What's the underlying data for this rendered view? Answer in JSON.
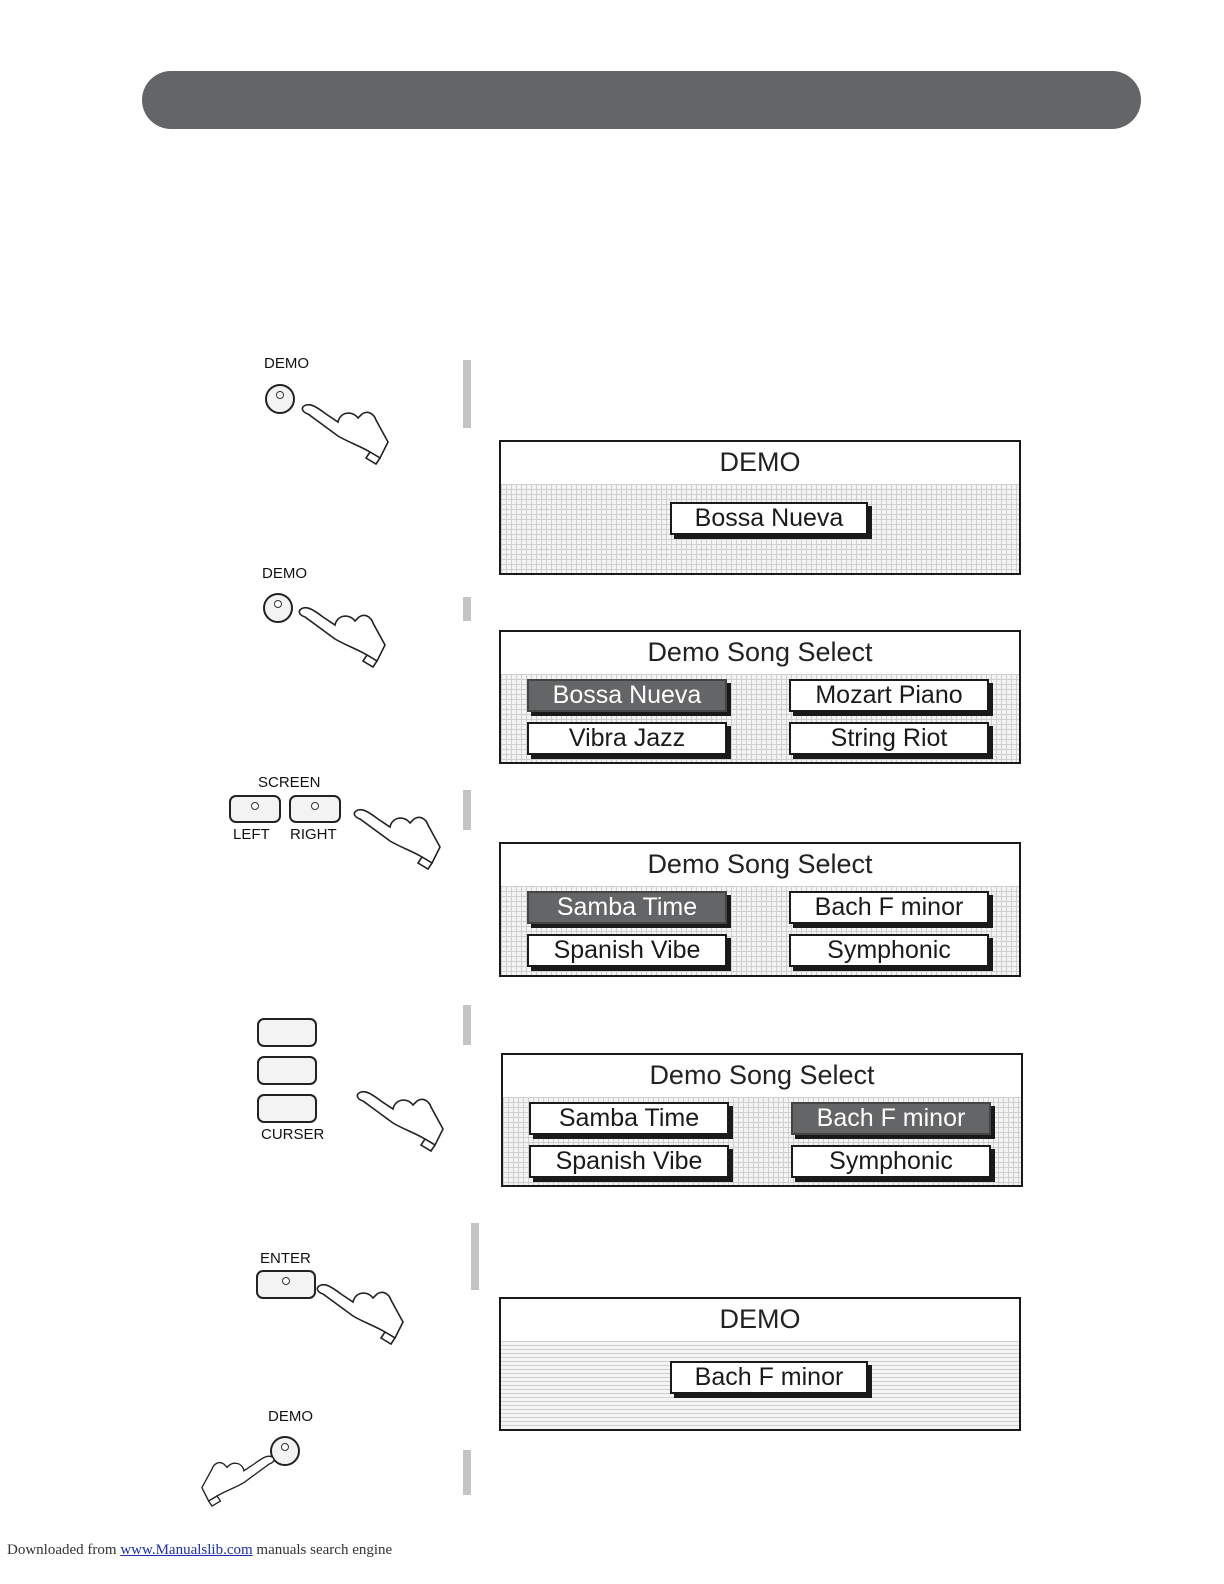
{
  "panel": {
    "demo_label": "DEMO",
    "screen_label": "SCREEN",
    "left_label": "LEFT",
    "right_label": "RIGHT",
    "curser_label": "CURSER",
    "enter_label": "ENTER"
  },
  "screens": {
    "s1": {
      "title": "DEMO",
      "song": "Bossa Nueva"
    },
    "s2": {
      "title": "Demo Song Select",
      "opt1": "Bossa Nueva",
      "opt2": "Mozart Piano",
      "opt3": "Vibra Jazz",
      "opt4": "String Riot",
      "selected": "Bossa Nueva"
    },
    "s3": {
      "title": "Demo Song Select",
      "opt1": "Samba Time",
      "opt2": "Bach F minor",
      "opt3": "Spanish Vibe",
      "opt4": "Symphonic",
      "selected": "Samba Time"
    },
    "s4": {
      "title": "Demo Song Select",
      "opt1": "Samba Time",
      "opt2": "Bach F minor",
      "opt3": "Spanish Vibe",
      "opt4": "Symphonic",
      "selected": "Bach F minor"
    },
    "s5": {
      "title": "DEMO",
      "song": "Bach F minor"
    }
  },
  "footer": {
    "prefix": "Downloaded from ",
    "link": "www.Manualslib.com",
    "suffix": " manuals search engine"
  },
  "colors": {
    "header_band": "#646566",
    "selected_option": "#646566",
    "step_bar": "#c4c4c4"
  }
}
